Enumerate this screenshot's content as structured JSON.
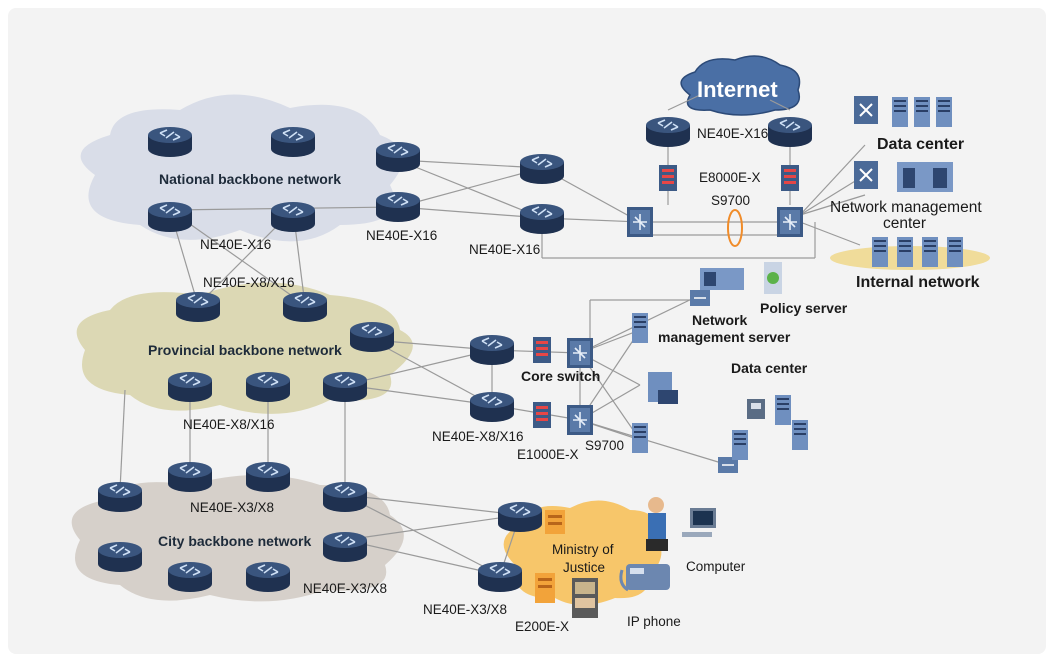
{
  "clouds": {
    "national": "National backbone network",
    "provincial": "Provincial backbone network",
    "city": "City backbone network",
    "internet": "Internet",
    "ministry_line1": "Ministry of",
    "ministry_line2": "Justice"
  },
  "labels": {
    "ne40e_x16_a": "NE40E-X16",
    "ne40e_x16_b": "NE40E-X16",
    "ne40e_x16_c": "NE40E-X16",
    "ne40e_x16_top": "NE40E-X16",
    "ne40e_x8x16_a": "NE40E-X8/X16",
    "ne40e_x8x16_b": "NE40E-X8/X16",
    "ne40e_x8x16_c": "NE40E-X8/X16",
    "ne40e_x3x8_a": "NE40E-X3/X8",
    "ne40e_x3x8_b": "NE40E-X3/X8",
    "ne40e_x3x8_c": "NE40E-X3/X8",
    "e8000e_x": "E8000E-X",
    "s9700_top": "S9700",
    "s9700_mid": "S9700",
    "e1000e_x": "E1000E-X",
    "e200e_x": "E200E-X",
    "core_switch": "Core switch",
    "data_center_top": "Data center",
    "data_center_mid": "Data center",
    "nms_center_line1": "Network management",
    "nms_center_line2": "center",
    "internal_network": "Internal network",
    "policy_server": "Policy server",
    "nms_server_line1": "Network",
    "nms_server_line2": "management server",
    "computer": "Computer",
    "ip_phone": "IP phone"
  },
  "colors": {
    "national_cloud": "#d9dde8",
    "provincial_cloud": "#dcd8b4",
    "city_cloud": "#d6d0ca",
    "internet_cloud": "#4a6fa5",
    "ministry_cloud": "#f7c66a",
    "router_top": "#33496b",
    "router_body": "#22344f",
    "background": "#f3f3f3"
  }
}
